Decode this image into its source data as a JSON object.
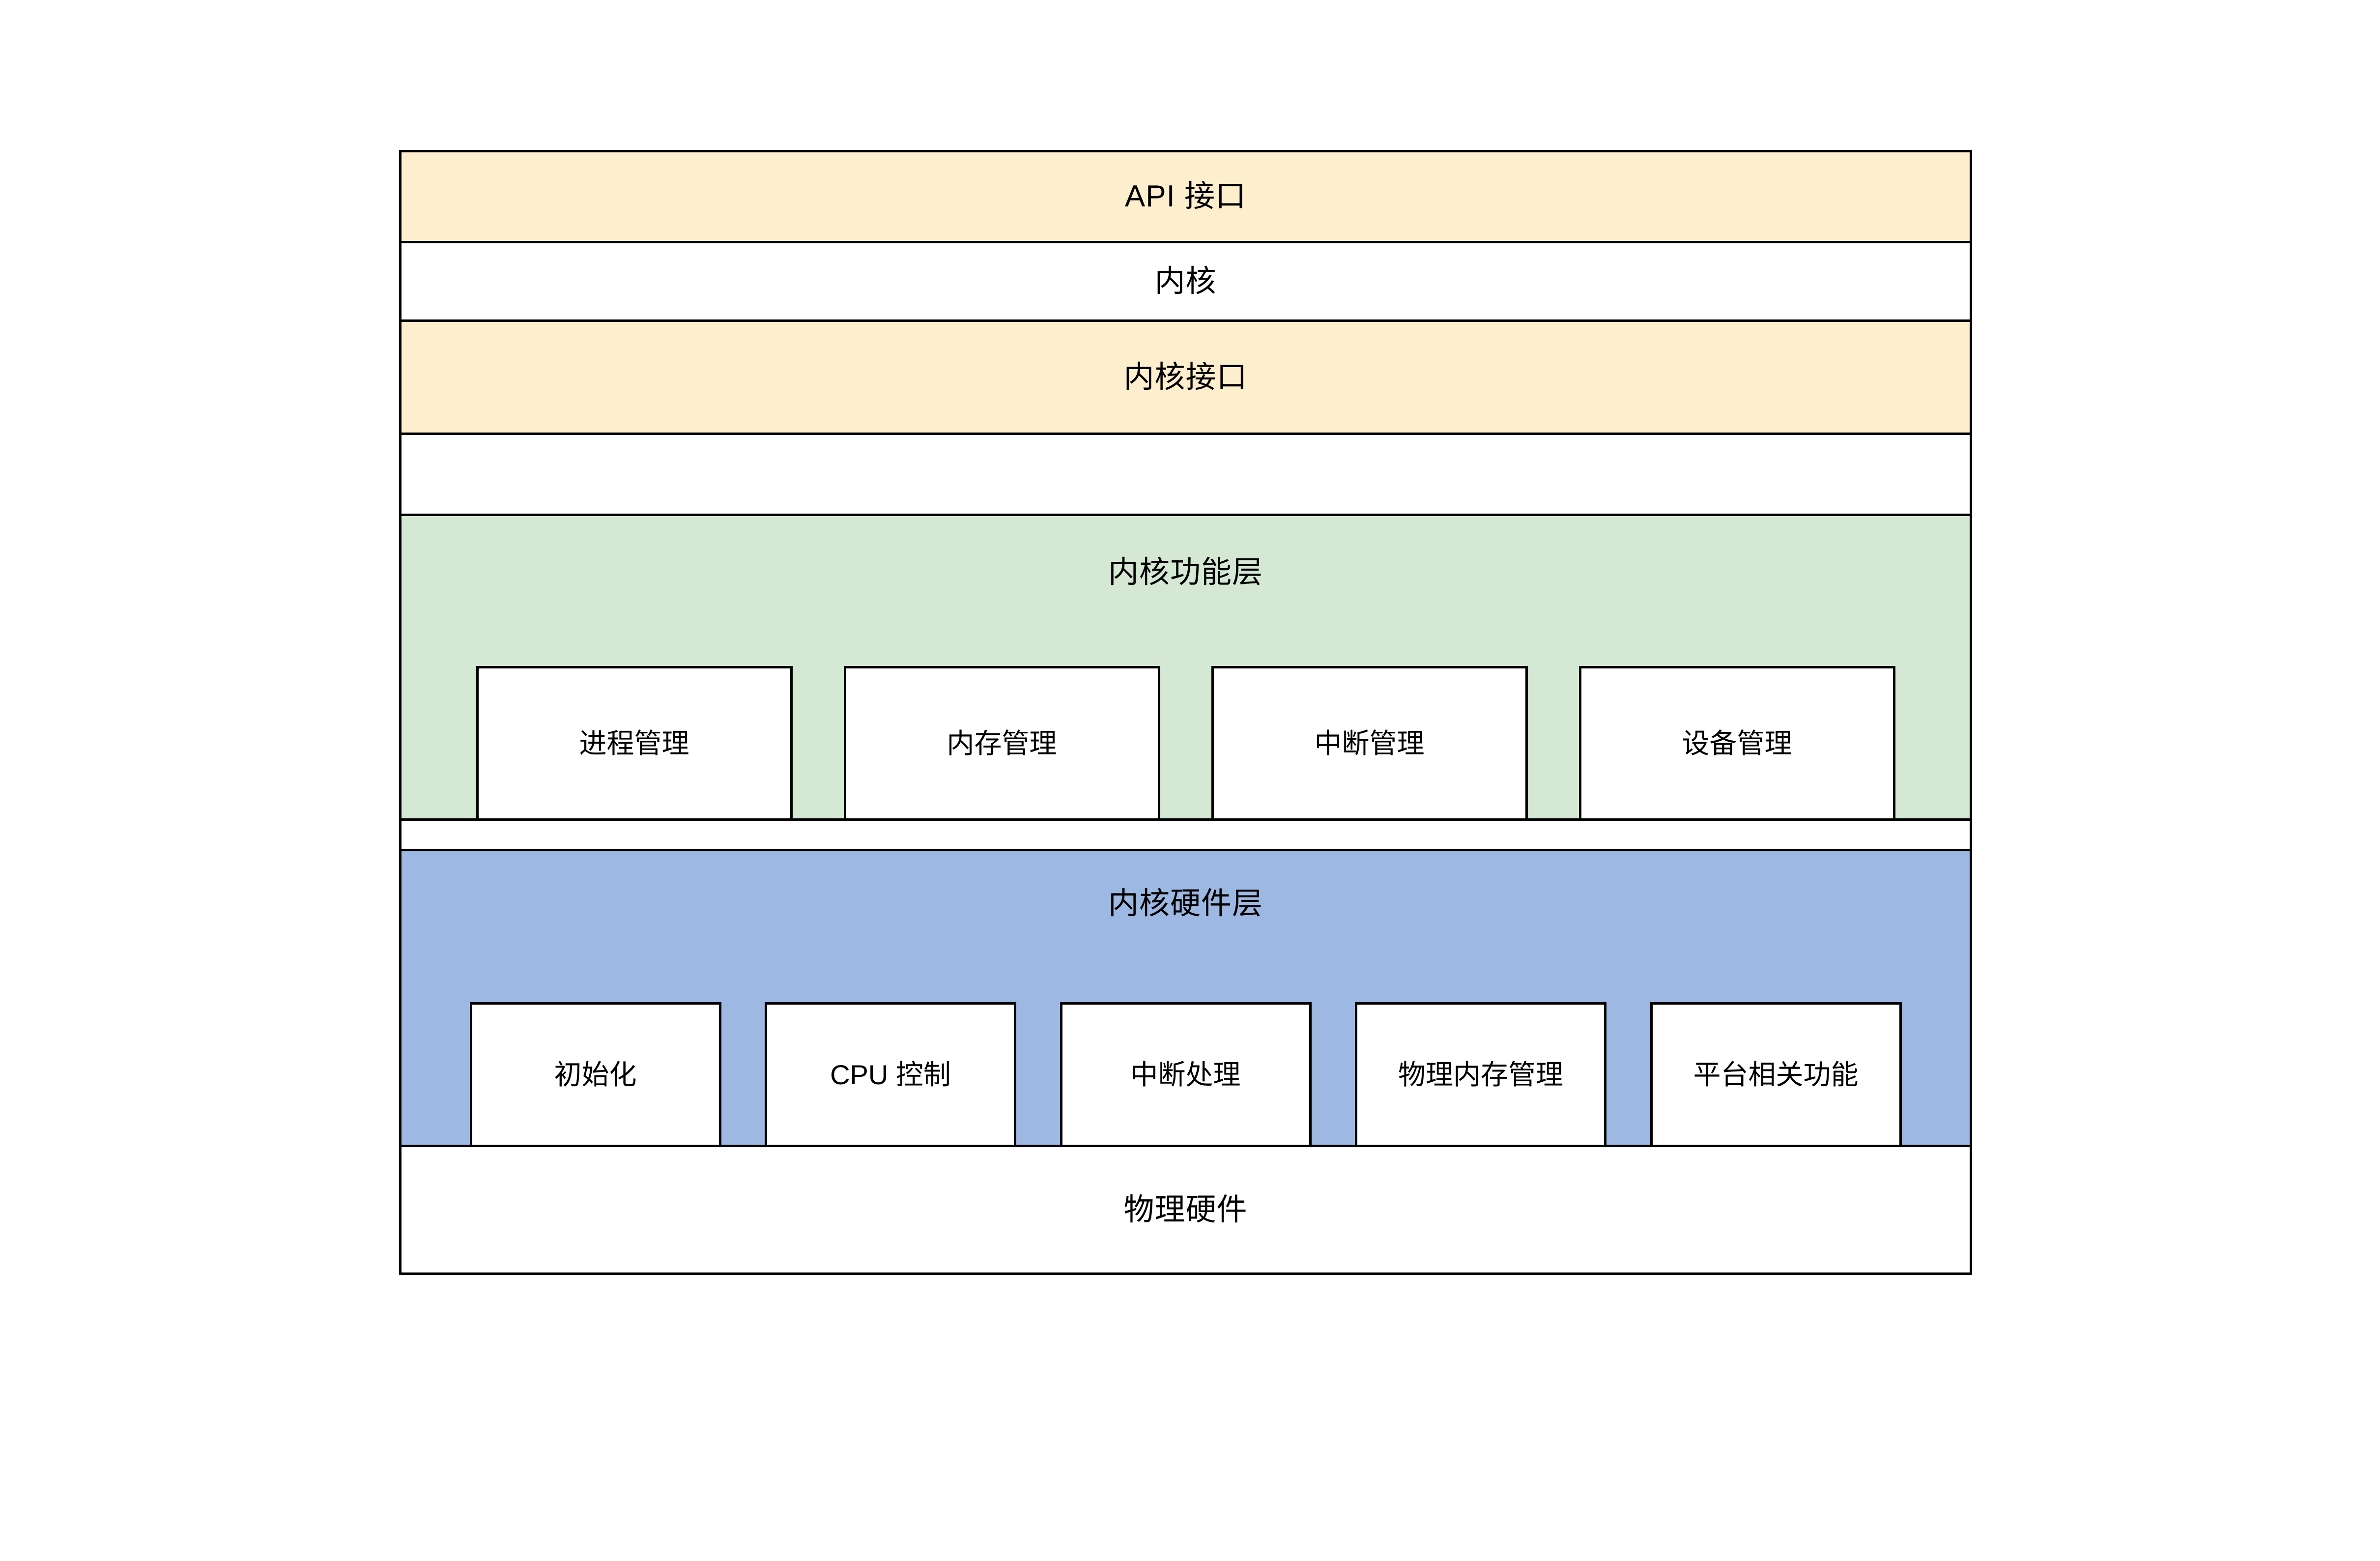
{
  "diagram": {
    "title_api": "API 接口",
    "title_kernel": "内核",
    "title_kernel_interface": "内核接口",
    "title_function_layer": "内核功能层",
    "title_hardware_layer": "内核硬件层",
    "title_physical_hardware": "物理硬件",
    "function_modules": [
      {
        "label": "进程管理"
      },
      {
        "label": "内存管理"
      },
      {
        "label": "中断管理"
      },
      {
        "label": "设备管理"
      }
    ],
    "hardware_modules": [
      {
        "label": "初始化"
      },
      {
        "label": "CPU 控制"
      },
      {
        "label": "中断处理"
      },
      {
        "label": "物理内存管理"
      },
      {
        "label": "平台相关功能"
      }
    ],
    "colors": {
      "interface_fill": "#fdeece",
      "function_fill": "#d4e8d3",
      "hardware_fill": "#9db8e2",
      "plain_fill": "#ffffff",
      "border": "#000000",
      "text": "#000000",
      "page_background": "#ffffff"
    }
  }
}
